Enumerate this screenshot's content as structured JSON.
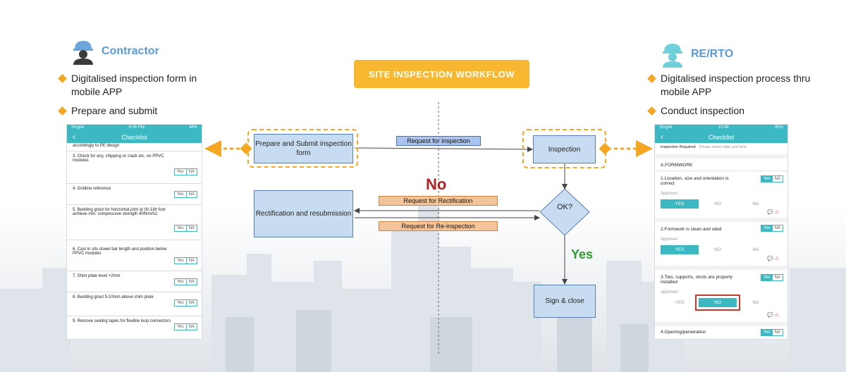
{
  "title": "SITE INSPECTION WORKFLOW",
  "contractor": {
    "name": "Contractor",
    "bullets": [
      "Digitalised inspection form in mobile APP",
      "Prepare and submit"
    ]
  },
  "rerto": {
    "name": "RE/RTO",
    "bullets": [
      "Digitalised inspection process thru mobile APP",
      "Conduct inspection"
    ]
  },
  "flow": {
    "prepare": "Prepare and Submit inspection form",
    "inspection": "Inspection",
    "rectification": "Rectification and resubmission",
    "ok": "OK?",
    "sign": "Sign & close",
    "request_inspection": "Request for inspection",
    "request_rectification": "Request for Rectification",
    "request_reinspection": "Request for Re-inspection",
    "no": "No",
    "yes": "Yes"
  },
  "left_phone": {
    "carrier": "Singtel",
    "time": "4:06 PM",
    "battery": "48%",
    "title": "Checklist",
    "top_fragment": "accordingly to PE design",
    "yes": "Yes",
    "na": "NA",
    "items": [
      "3. Check for any, chipping or crack etc. on PPVC modules",
      "4. Gridline reference",
      "5. Bedding grout for horizontal joint at (N-1)th foor achieve min. compressive strength 40N/mm2",
      "6. Cast in situ dowel bar length and position below PPVC modules",
      "7. Shim plate level +2mm",
      "8. Bedding grout 5-10mm above shim plate",
      "9. Remove sealing tapes for flexible loop connectors"
    ]
  },
  "right_phone": {
    "carrier": "Singtel",
    "time": "10:48",
    "battery": "90%",
    "title": "Checklist",
    "insp_label": "Inspection Required:",
    "insp_placeholder": "Please select date and time",
    "section": "A.FORMWORK",
    "approver": "Approver:",
    "yes_caps": "YES",
    "no_caps": "NO",
    "na": "NA",
    "yes": "Yes",
    "items": [
      "1.Location, size and orientation is correct",
      "2.Formwork is clean and oiled",
      "3.Ties, supports, struts are properly installed",
      "4.Opening/penetration"
    ]
  }
}
